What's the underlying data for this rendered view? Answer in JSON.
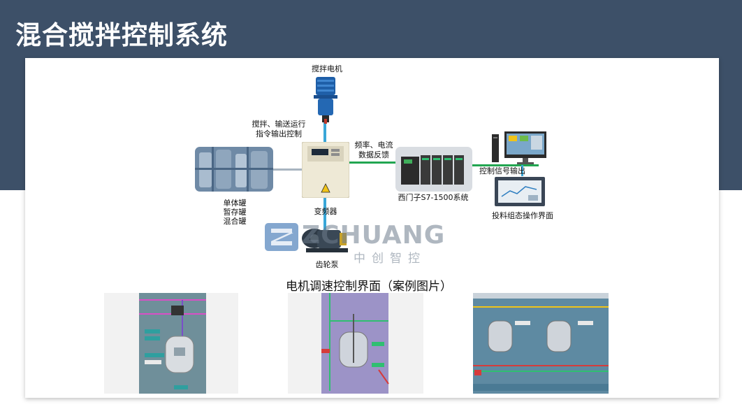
{
  "page": {
    "title": "混合搅拌控制系统"
  },
  "diagram": {
    "motor_label": "搅拌电机",
    "command_label_line1": "搅拌、输送运行",
    "command_label_line2": "指令输出控制",
    "feedback_label_line1": "频率、电流",
    "feedback_label_line2": "数据反馈",
    "tank_label_line1": "单体罐",
    "tank_label_line2": "暂存罐",
    "tank_label_line3": "混合罐",
    "inverter_label": "变频器",
    "plc_label": "西门子S7-1500系统",
    "signal_label": "控制信号输出",
    "hmi_label": "投料组态操作界面",
    "pump_label": "齿轮泵"
  },
  "watermark": {
    "brand": "ZCHUANG",
    "brand_cn": "中创智控"
  },
  "case": {
    "caption": "电机调速控制界面（案例图片）"
  },
  "colors": {
    "header": "#3d5068",
    "line_blue": "#3aa7d8",
    "line_green": "#22a651",
    "line_gray": "#a8b4c0"
  }
}
